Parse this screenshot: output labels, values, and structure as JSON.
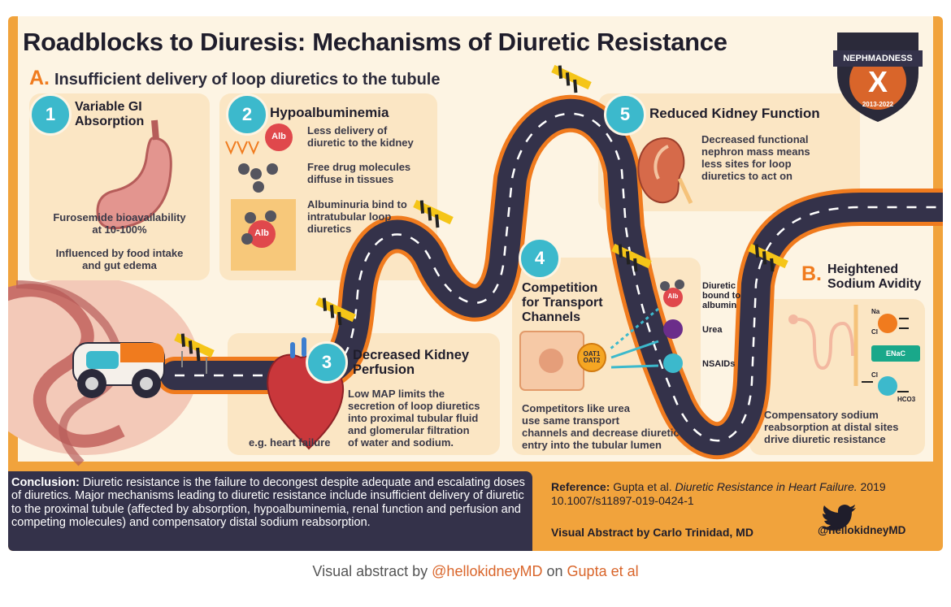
{
  "title": "Roadblocks to Diuresis: Mechanisms of Diuretic Resistance",
  "logo": {
    "name": "NEPHMADNESS",
    "letter": "X",
    "years": "2013-2022"
  },
  "section_a": {
    "letter": "A.",
    "heading": "Insufficient delivery of loop diuretics to the tubule"
  },
  "section_b": {
    "letter": "B.",
    "heading_line1": "Heightened",
    "heading_line2": "Sodium Avidity"
  },
  "card1": {
    "number": "1",
    "title_line1": "Variable GI",
    "title_line2": "Absorption",
    "body1_line1": "Furosemide bioavailability",
    "body1_line2": "at 10-100%",
    "body2_line1": "Influenced by food intake",
    "body2_line2": "and gut edema"
  },
  "card2": {
    "number": "2",
    "title": "Hypoalbuminemia",
    "alb_label": "Alb",
    "item1_line1": "Less delivery of",
    "item1_line2": "diuretic to the kidney",
    "item2_line1": "Free drug molecules",
    "item2_line2": "diffuse in tissues",
    "item3_line1": "Albuminuria bind to",
    "item3_line2": "intratubular loop",
    "item3_line3": "diuretics"
  },
  "card3": {
    "number": "3",
    "title_line1": "Decreased Kidney",
    "title_line2": "Perfusion",
    "body_line1": "Low MAP limits the",
    "body_line2": "secretion of loop diuretics",
    "body_line3": "into proximal tubular fluid",
    "body_line4": "and glomerular filtration",
    "body_line5": "of water and sodium.",
    "example": "e.g. heart failure"
  },
  "card4": {
    "number": "4",
    "title_line1": "Competition",
    "title_line2": "for Transport",
    "title_line3": "Channels",
    "legend1_line1": "Diuretic",
    "legend1_line2": "bound to",
    "legend1_line3": "albumin",
    "legend2": "Urea",
    "legend3": "NSAIDs",
    "transporter_line1": "OAT1",
    "transporter_line2": "OAT2",
    "alb_label": "Alb",
    "body_line1": "Competitors like urea",
    "body_line2": "use same transport",
    "body_line3": "channels and decrease diuretic",
    "body_line4": "entry into the tubular lumen"
  },
  "card5": {
    "number": "5",
    "title": "Reduced Kidney Function",
    "body_line1": "Decreased functional",
    "body_line2": "nephron mass means",
    "body_line3": "less sites for loop",
    "body_line4": "diuretics to act on"
  },
  "cardB": {
    "na_label": "Na",
    "cl_label": "Cl",
    "enac_label": "ENaC",
    "cl2_label": "Cl",
    "hco3_label": "HCO3",
    "body_line1": "Compensatory sodium",
    "body_line2": "reabsorption at distal sites",
    "body_line3": "drive diuretic resistance"
  },
  "conclusion": {
    "label": "Conclusion:",
    "text": "Diuretic resistance is the failure to decongest despite adequate and escalating doses of diuretics. Major mechanisms leading to diuretic resistance include insufficient delivery of diuretic to the proximal tubule (affected by absorption, hypoalbuminemia, renal function and perfusion and competing molecules) and compensatory distal sodium reabsorption."
  },
  "reference": {
    "label": "Reference:",
    "authors": "Gupta et al.",
    "article": "Diuretic Resistance in Heart Failure.",
    "year": "2019",
    "doi": "10.1007/s11897-019-0424-1"
  },
  "credit": "Visual Abstract by Carlo Trinidad, MD",
  "twitter_handle": "@hellokidneyMD",
  "caption": {
    "prefix": "Visual abstract by",
    "handle": "@hellokidneyMD",
    "mid": "on",
    "source": "Gupta et al"
  },
  "colors": {
    "orange": "#f07b1e",
    "road": "#34324a",
    "teal": "#3cb9cc",
    "cream": "#fdf4e3",
    "card": "#fbe6c4",
    "poster_bg": "#f1a33c",
    "albumin_red": "#e0484c",
    "urea_purple": "#6b2d8a"
  },
  "icons": [
    "stomach-icon",
    "heart-icon",
    "kidney-icon",
    "car-icon",
    "roadblock-icon",
    "twitter-icon",
    "down-arrows-icon",
    "cell-icon",
    "nephron-icon"
  ]
}
